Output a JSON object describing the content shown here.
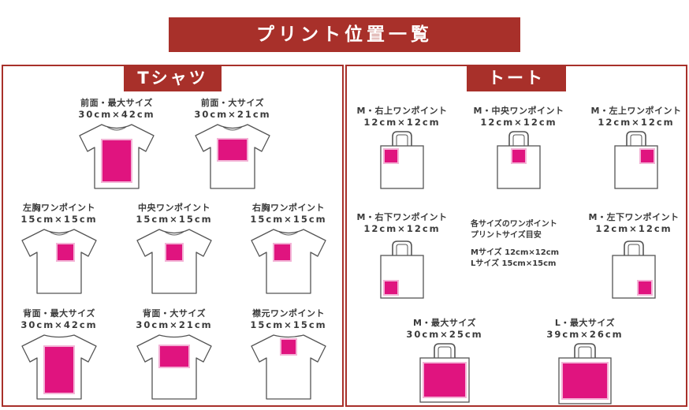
{
  "banner_title": "プリント位置一覧",
  "tshirt": {
    "title": "Tシャツ",
    "items": [
      {
        "label": "前面・最大サイズ",
        "size": "30cm×42cm"
      },
      {
        "label": "前面・大サイズ",
        "size": "30cm×21cm"
      },
      {
        "label": "左胸ワンポイント",
        "size": "15cm×15cm"
      },
      {
        "label": "中央ワンポイント",
        "size": "15cm×15cm"
      },
      {
        "label": "右胸ワンポイント",
        "size": "15cm×15cm"
      },
      {
        "label": "背面・最大サイズ",
        "size": "30cm×42cm"
      },
      {
        "label": "背面・大サイズ",
        "size": "30cm×21cm"
      },
      {
        "label": "襟元ワンポイント",
        "size": "15cm×15cm"
      }
    ]
  },
  "tote": {
    "title": "トート",
    "items": [
      {
        "label": "M・右上ワンポイント",
        "size": "12cm×12cm"
      },
      {
        "label": "M・中央ワンポイント",
        "size": "12cm×12cm"
      },
      {
        "label": "M・左上ワンポイント",
        "size": "12cm×12cm"
      },
      {
        "label": "M・右下ワンポイント",
        "size": "12cm×12cm"
      },
      {
        "label": "M・左下ワンポイント",
        "size": "12cm×12cm"
      },
      {
        "label": "M・最大サイズ",
        "size": "30cm×25cm"
      },
      {
        "label": "L・最大サイズ",
        "size": "39cm×26cm"
      }
    ],
    "note": {
      "line1": "各サイズのワンポイント",
      "line2": "プリントサイズ目安",
      "line3": "Mサイズ 12cm×12cm",
      "line4": "Lサイズ 15cm×15cm"
    }
  },
  "colors": {
    "accent": "#a8302a",
    "print_area": "#e0147f",
    "print_glow": "#f3b3d6",
    "outline": "#555555"
  }
}
